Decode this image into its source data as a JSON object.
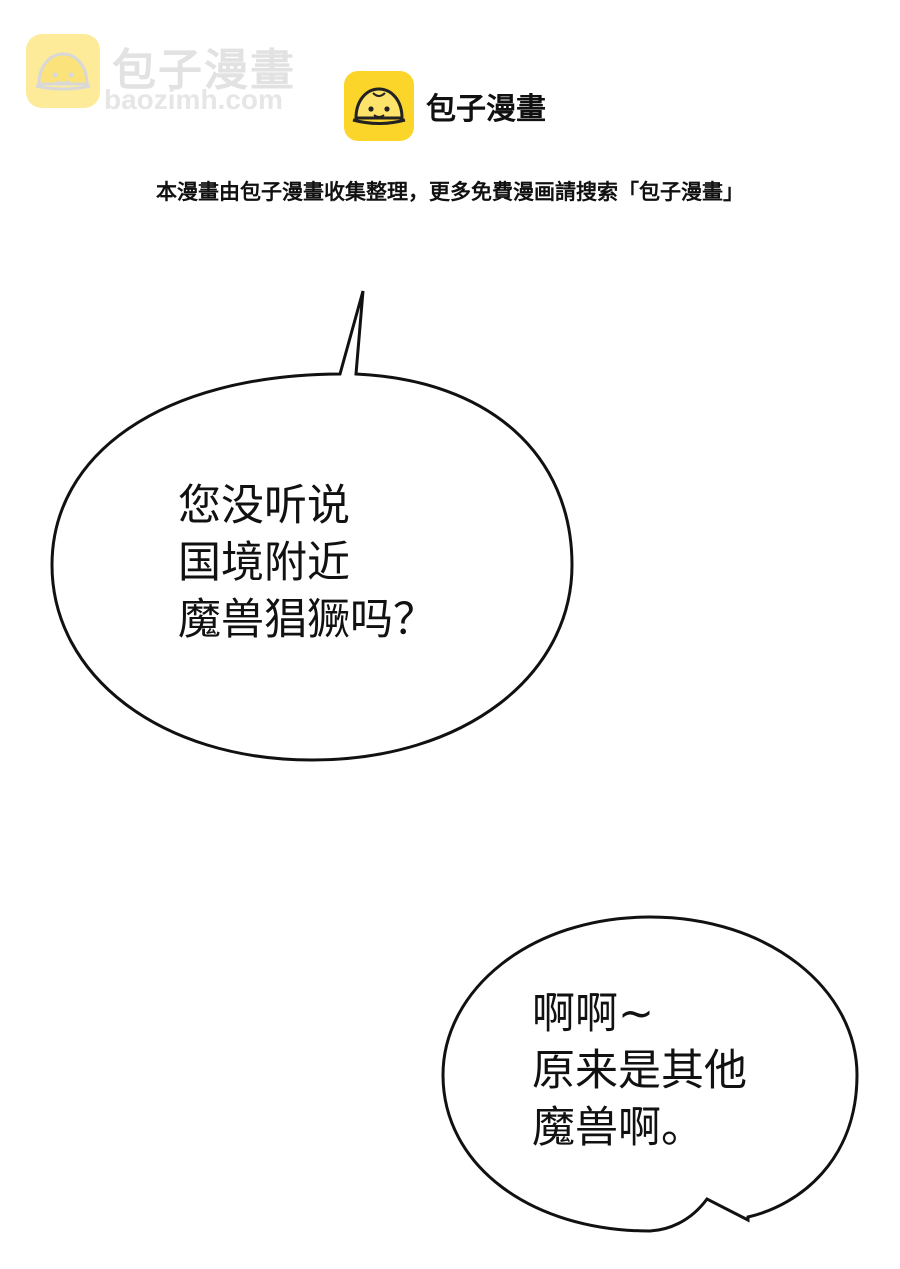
{
  "watermark": {
    "title": "包子漫畫",
    "domain": "baozimh.com"
  },
  "brand": {
    "title": "包子漫畫",
    "logo_icon": "steamed-bun-icon",
    "logo_color": "#fcd52b"
  },
  "notice": "本漫畫由包子漫畫收集整理，更多免費漫画請搜索「包子漫畫」",
  "bubbles": [
    {
      "lines": [
        "您没听说",
        "国境附近",
        "魔兽猖獗吗？"
      ]
    },
    {
      "lines": [
        "啊啊~",
        "原来是其他",
        "魔兽啊。"
      ]
    }
  ]
}
